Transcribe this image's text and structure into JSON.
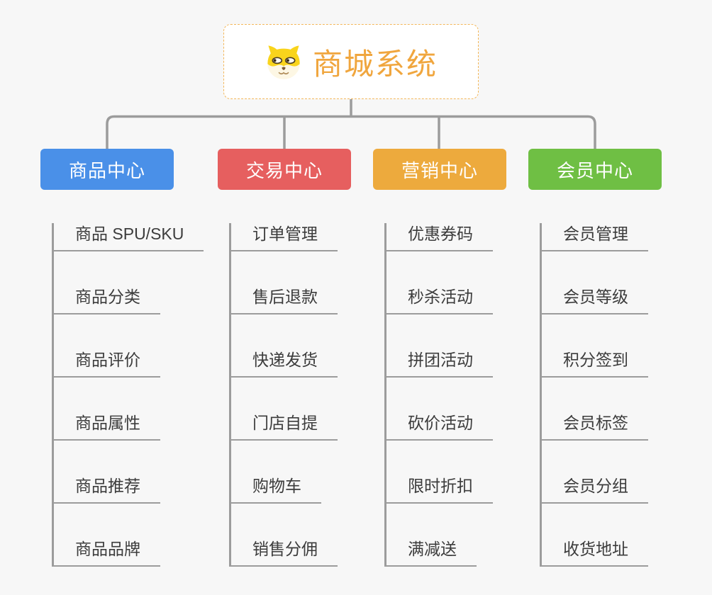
{
  "root": {
    "title": "商城系统",
    "icon": "dog-icon"
  },
  "branches": [
    {
      "label": "商品中心",
      "color": "#4a90e8",
      "items": [
        "商品 SPU/SKU",
        "商品分类",
        "商品评价",
        "商品属性",
        "商品推荐",
        "商品品牌"
      ]
    },
    {
      "label": "交易中心",
      "color": "#e65f5f",
      "items": [
        "订单管理",
        "售后退款",
        "快递发货",
        "门店自提",
        "购物车",
        "销售分佣"
      ]
    },
    {
      "label": "营销中心",
      "color": "#edaa3d",
      "items": [
        "优惠券码",
        "秒杀活动",
        "拼团活动",
        "砍价活动",
        "限时折扣",
        "满减送"
      ]
    },
    {
      "label": "会员中心",
      "color": "#6fbf44",
      "items": [
        "会员管理",
        "会员等级",
        "积分签到",
        "会员标签",
        "会员分组",
        "收货地址"
      ]
    }
  ],
  "colors": {
    "background": "#f7f7f7",
    "connector": "#9c9c9c",
    "root_border": "#f3b75a",
    "root_text": "#f0a63e",
    "item_text": "#3c3c3c"
  }
}
